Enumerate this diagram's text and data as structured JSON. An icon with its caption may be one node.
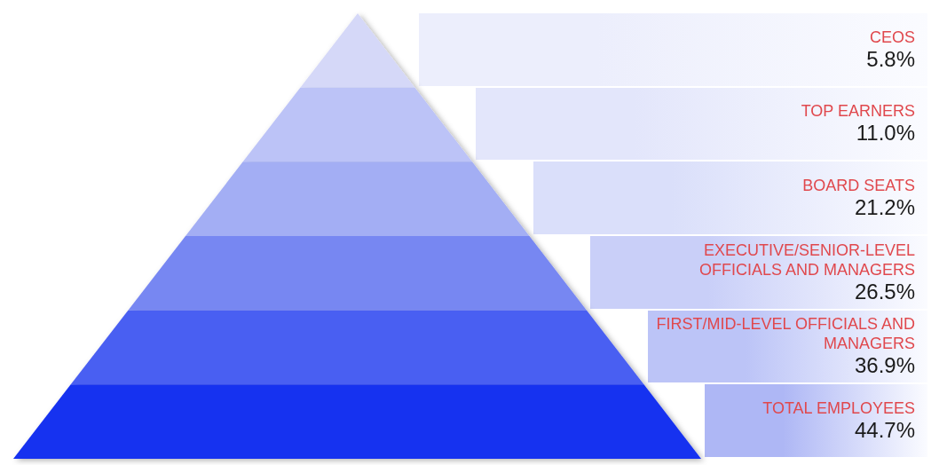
{
  "diagram": {
    "nodes": [
      {
        "text": [
          "CEOS",
          "5.8%"
        ]
      },
      {
        "text": [
          "TOP EARNERS",
          "11.0%"
        ]
      },
      {
        "text": [
          "BOARD SEATS",
          "21.2%"
        ]
      },
      {
        "text": [
          "EXECUTIVE/SENIOR-LEVEL OFFICIALS AND MANAGERS",
          "26.5%"
        ]
      },
      {
        "text": [
          "FIRST/MID-LEVEL OFFICIALS AND MANAGERS",
          "36.9%"
        ]
      },
      {
        "text": [
          "TOTAL EMPLOYEES",
          "44.7%"
        ]
      }
    ]
  }
}
